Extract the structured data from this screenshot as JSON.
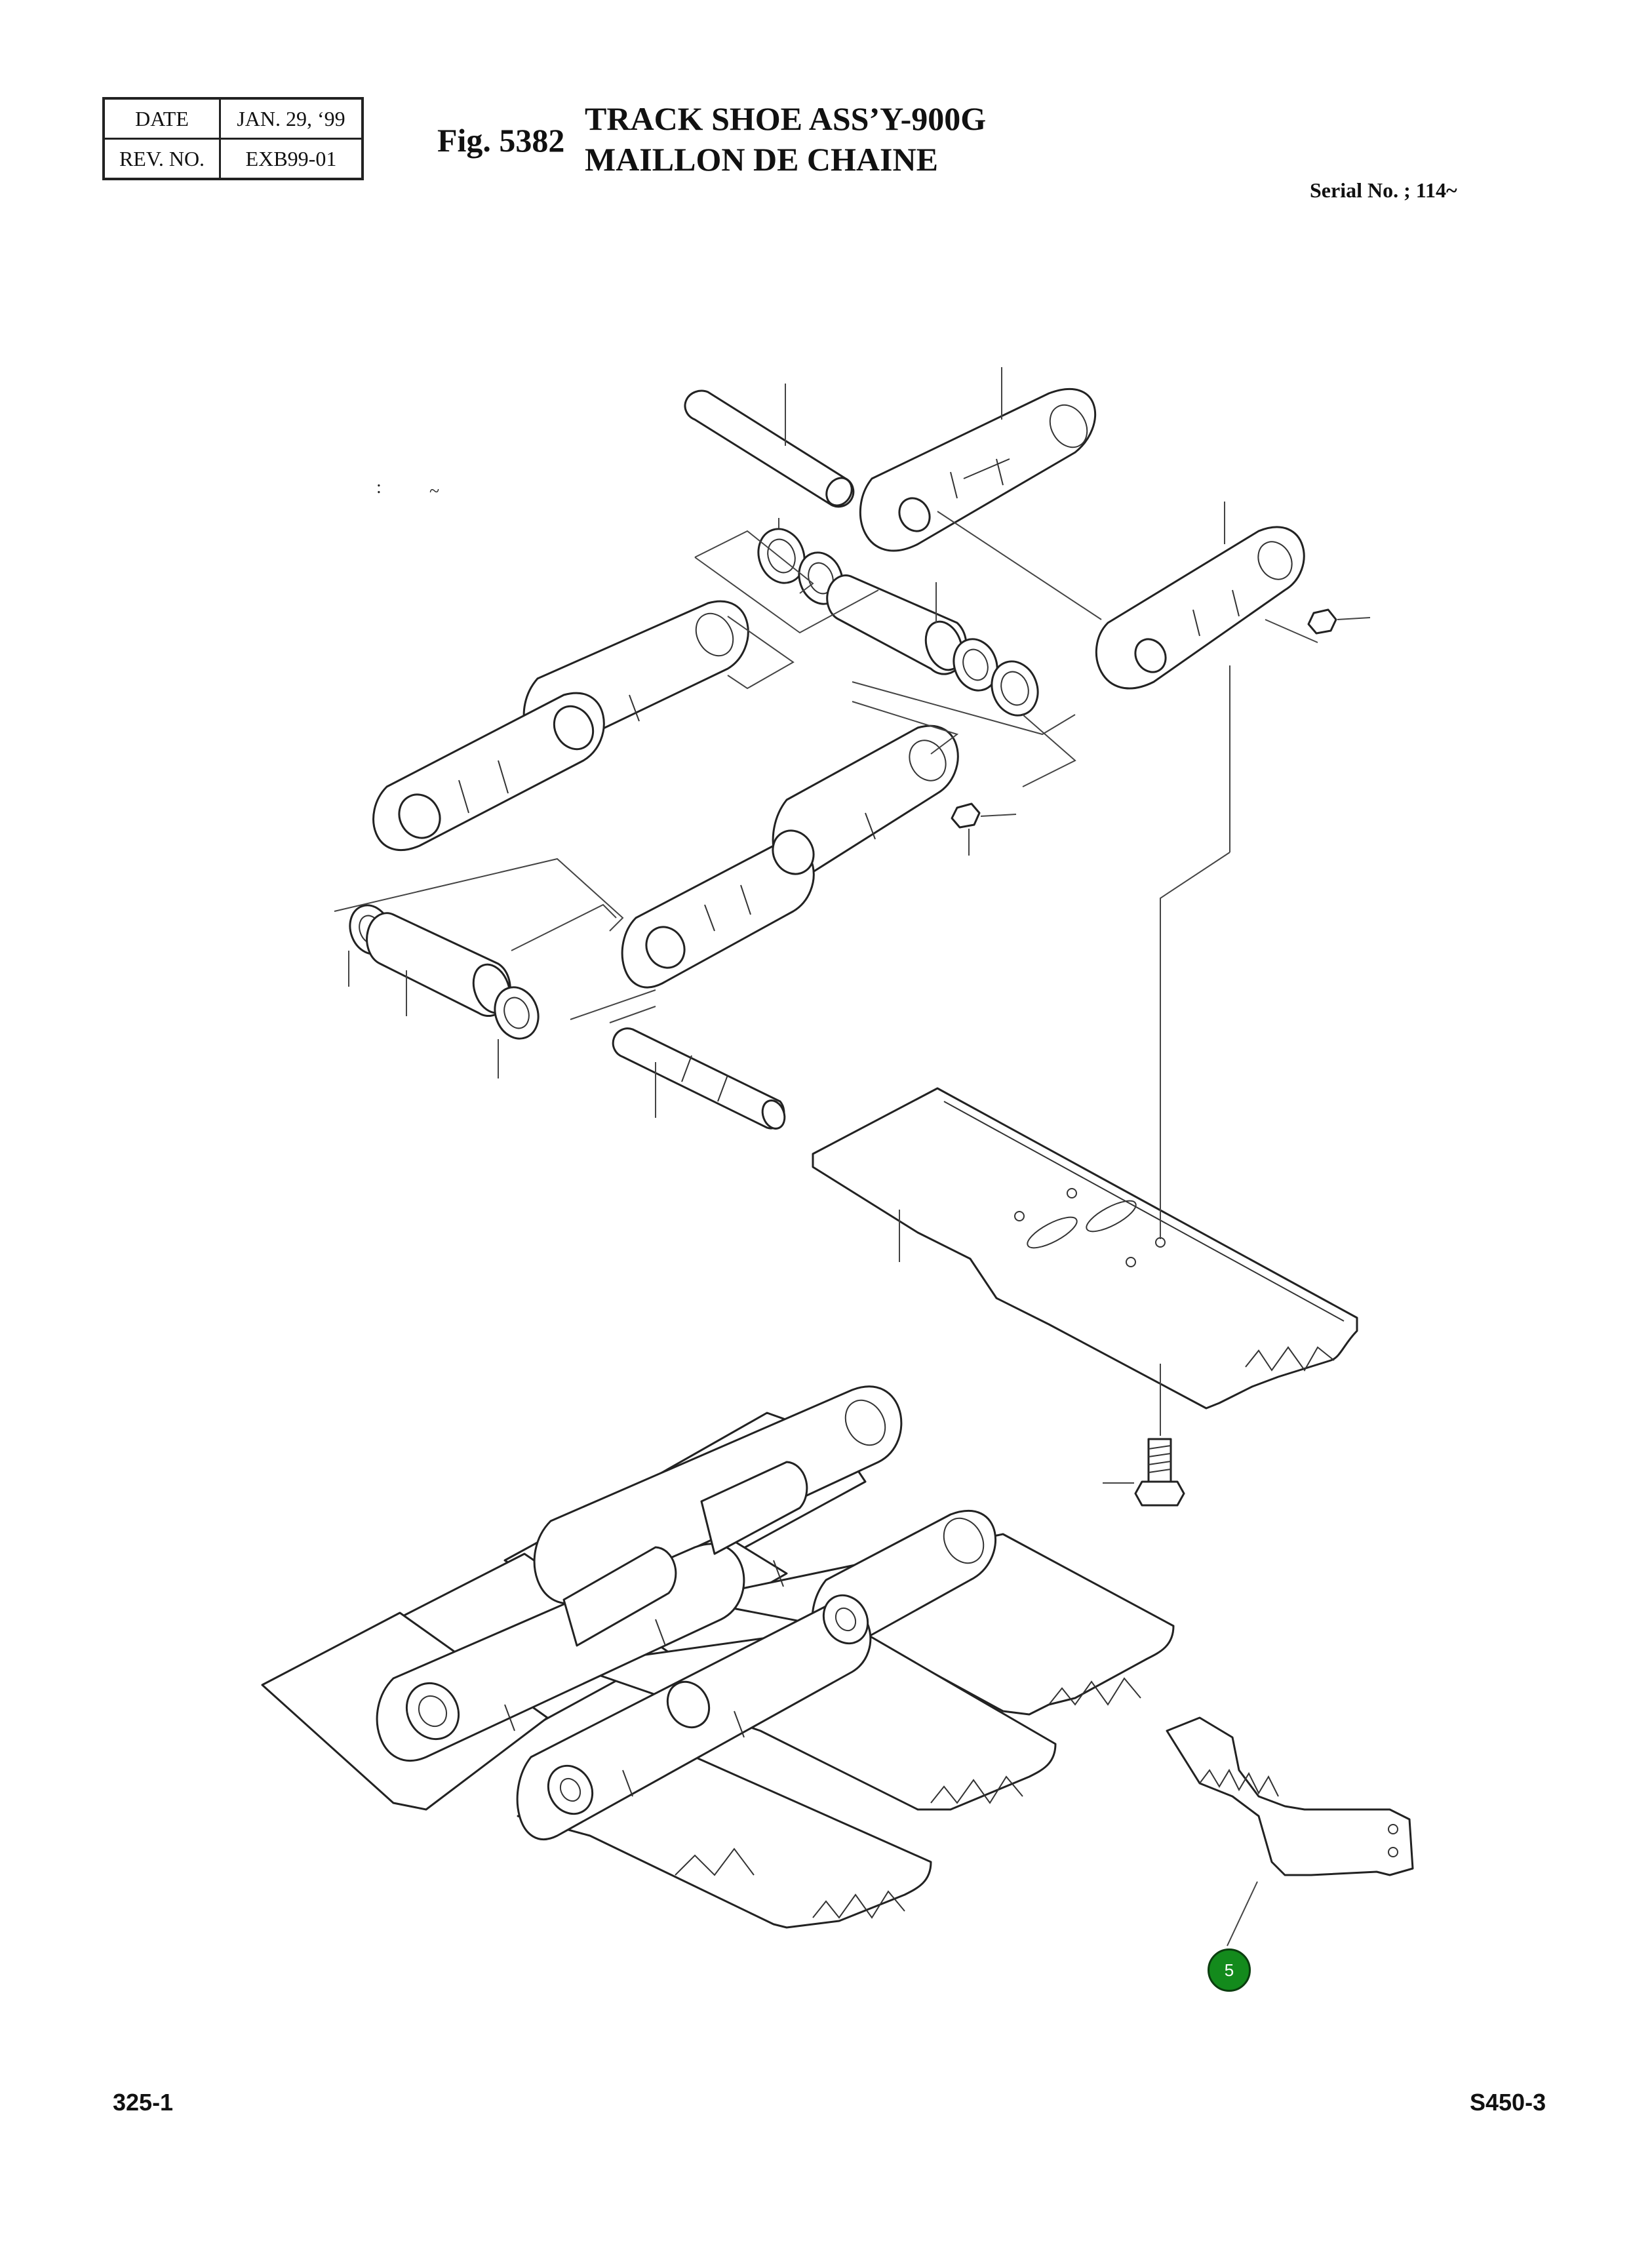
{
  "revision": {
    "date_label": "DATE",
    "date_value": "JAN. 29, ‘99",
    "rev_label": "REV. NO.",
    "rev_value": "EXB99-01"
  },
  "figure": {
    "number": "Fig. 5382",
    "title_en": "TRACK SHOE ASS’Y-900G",
    "title_fr": "MAILLON DE CHAINE"
  },
  "serial": "Serial No. ; 114~",
  "stray_marks": {
    "colon": ":",
    "tilde": "~"
  },
  "callouts": [
    {
      "label": "5"
    }
  ],
  "footer": {
    "left": "325-1",
    "right": "S450-3"
  },
  "colors": {
    "callout_fill": "#138a1c",
    "ink": "#222222"
  }
}
